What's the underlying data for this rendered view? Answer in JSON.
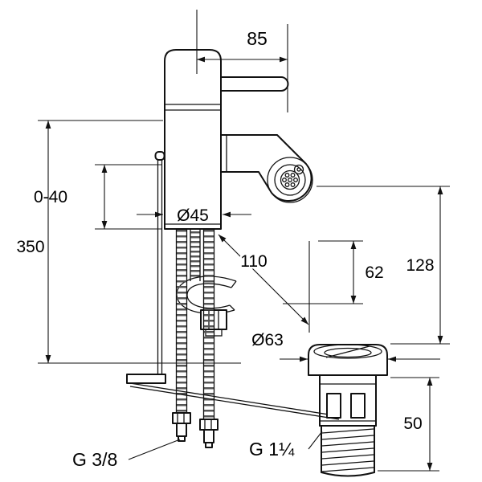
{
  "dimensions": {
    "handle_length": "85",
    "mounting_thickness": "0-40",
    "supply_hose_length": "350",
    "body_diameter": "Ø45",
    "spout_projection": "110",
    "spout_outlet_height": "62",
    "outlet_to_waste_height": "128",
    "waste_flange_diameter": "Ø63",
    "waste_height": "50"
  },
  "threads": {
    "supply": "G 3/8",
    "waste": "G 1¼"
  }
}
